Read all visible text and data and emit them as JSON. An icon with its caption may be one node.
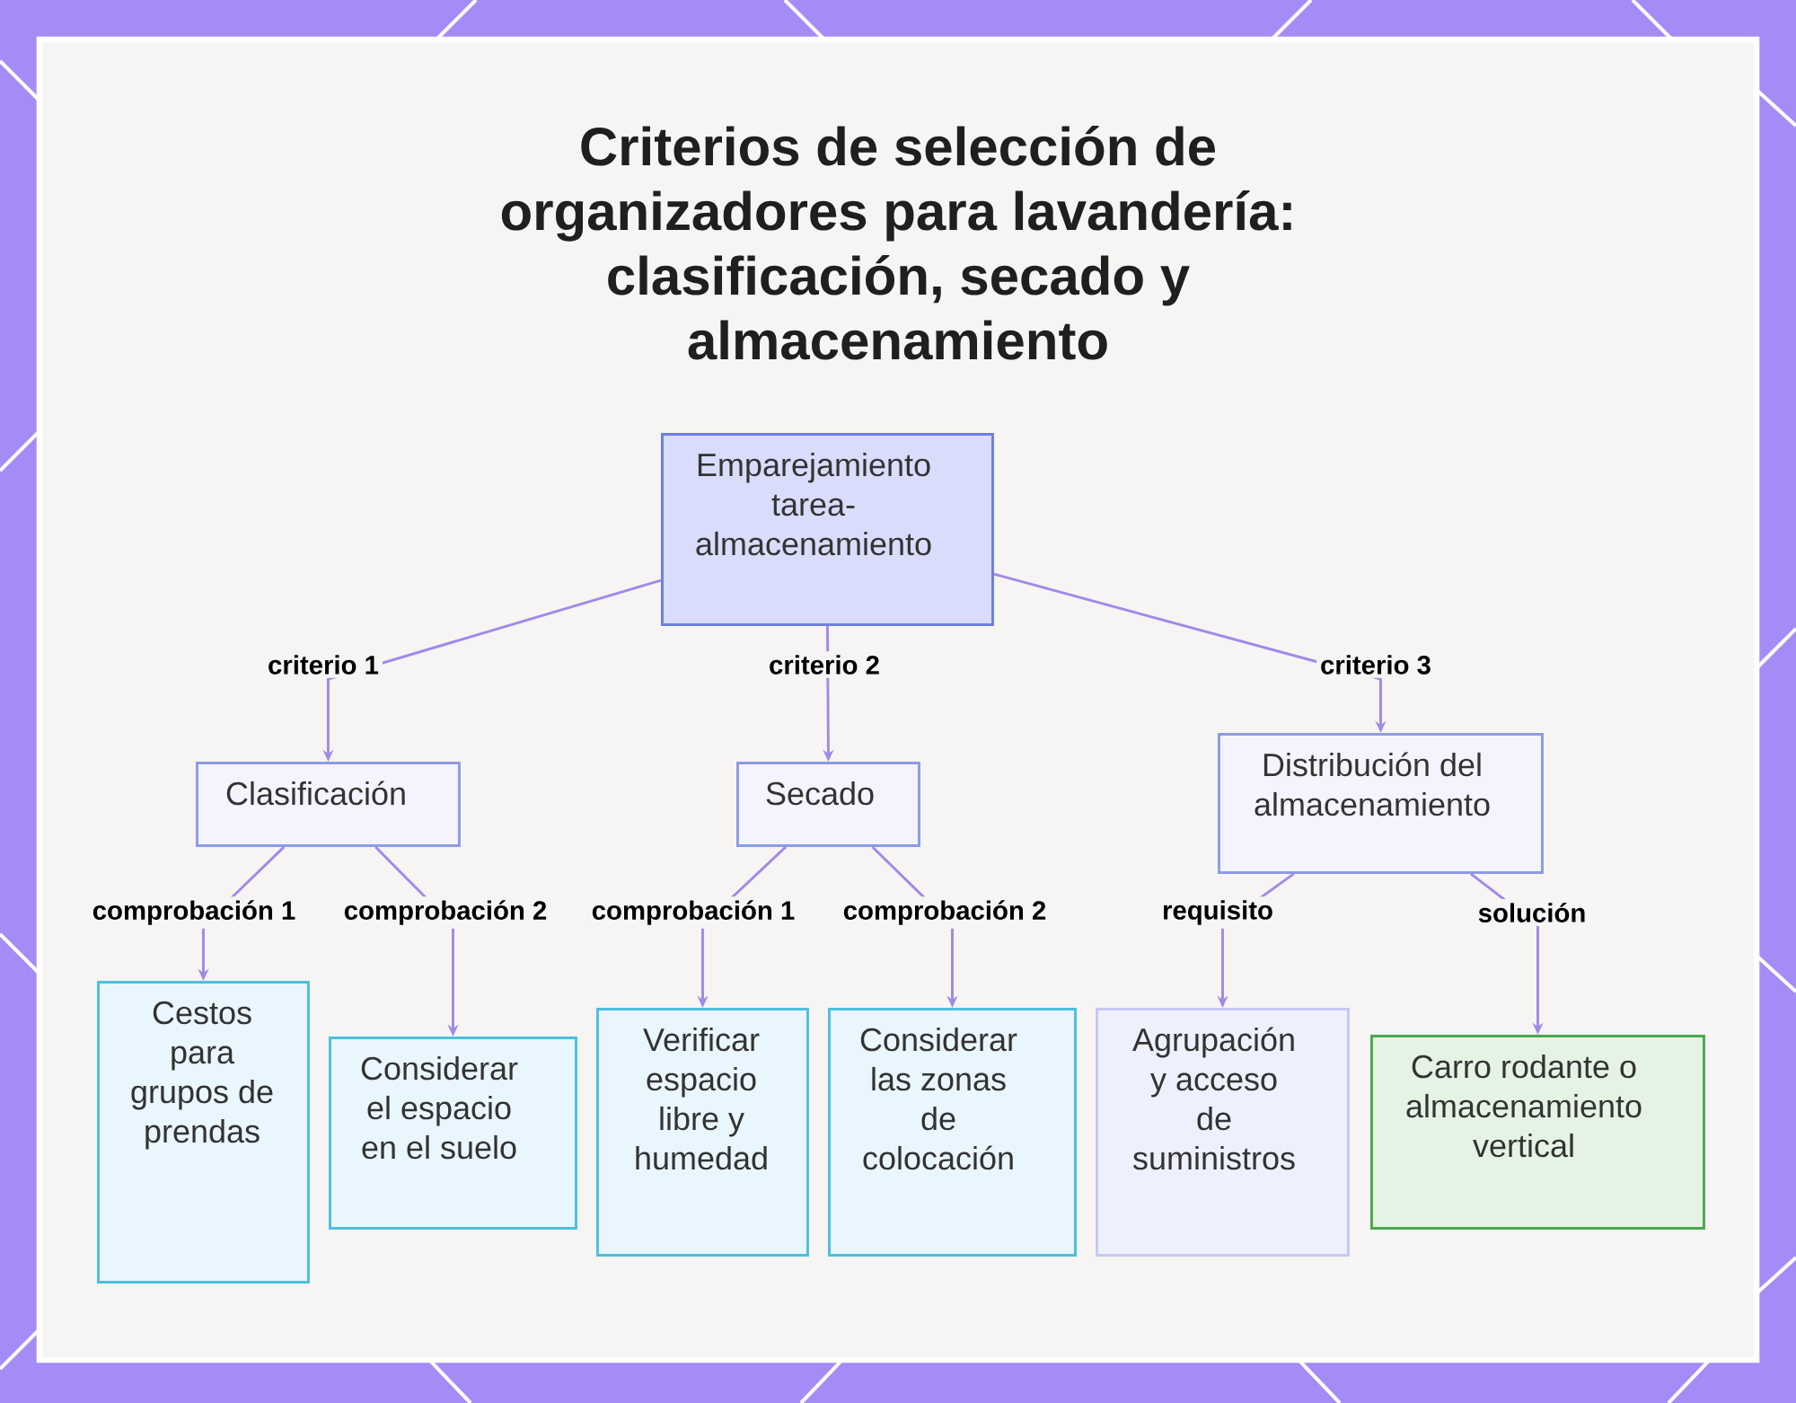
{
  "diagram": {
    "title": "Criterios de selección de organizadores para lavandería: clasificación, secado y almacenamiento",
    "nodes": [
      {
        "text": [
          "Emparejamiento tarea-almacenamiento"
        ]
      },
      {
        "text": [
          "Clasificación"
        ]
      },
      {
        "text": [
          "Secado"
        ]
      },
      {
        "text": [
          "Distribución del almacenamiento"
        ]
      },
      {
        "text": [
          "Cestos para grupos de prendas"
        ]
      },
      {
        "text": [
          "Considerar el espacio en el suelo"
        ]
      },
      {
        "text": [
          "Verificar espacio libre y humedad"
        ]
      },
      {
        "text": [
          "Considerar las zonas de colocación"
        ]
      },
      {
        "text": [
          "Agrupación y acceso de suministros"
        ]
      },
      {
        "text": [
          "Carro rodante o almacenamiento vertical"
        ]
      }
    ],
    "edges": [
      {
        "from": 0,
        "to": 1,
        "arrow": "to",
        "label": "criterio 1"
      },
      {
        "from": 0,
        "to": 2,
        "arrow": "to",
        "label": "criterio 2"
      },
      {
        "from": 0,
        "to": 3,
        "arrow": "to",
        "label": "criterio 3"
      },
      {
        "from": 1,
        "to": 4,
        "arrow": "to",
        "label": "comprobación 1"
      },
      {
        "from": 1,
        "to": 5,
        "arrow": "to",
        "label": "comprobación 2"
      },
      {
        "from": 2,
        "to": 6,
        "arrow": "to",
        "label": "comprobación 1"
      },
      {
        "from": 2,
        "to": 7,
        "arrow": "to",
        "label": "comprobación 2"
      },
      {
        "from": 3,
        "to": 8,
        "arrow": "to",
        "label": "requisito"
      },
      {
        "from": 3,
        "to": 9,
        "arrow": "to",
        "label": "solución"
      }
    ]
  }
}
